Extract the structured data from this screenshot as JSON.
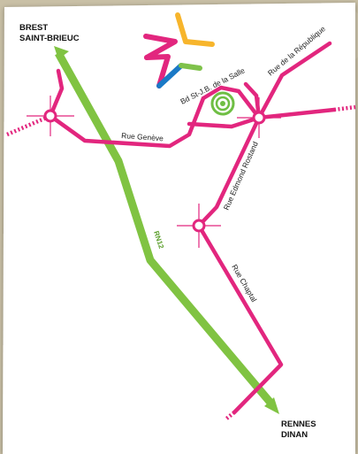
{
  "map": {
    "destinations": {
      "north_line1": "BREST",
      "north_line2": "SAINT-BRIEUC",
      "south_line1": "RENNES",
      "south_line2": "DINAN"
    },
    "national_road": "RN12",
    "streets": {
      "geneve": "Rue Genève",
      "boulevard": "Bd St-J.B. de la Salle",
      "republique": "Rue de la République",
      "rostand": "Rue Edmond Rostand",
      "chaptal": "Rue Chaptal"
    },
    "colors": {
      "background": "#c9c0a6",
      "card": "#ffffff",
      "local_road": "#e2267e",
      "national_road": "#80c342",
      "location_marker": "#6fbe44"
    },
    "icons": {
      "logo": "multicolor-star-logo",
      "location": "location-target-icon",
      "arrow": "arrow-head-icon",
      "roundabout": "roundabout-crosshair-icon"
    }
  }
}
